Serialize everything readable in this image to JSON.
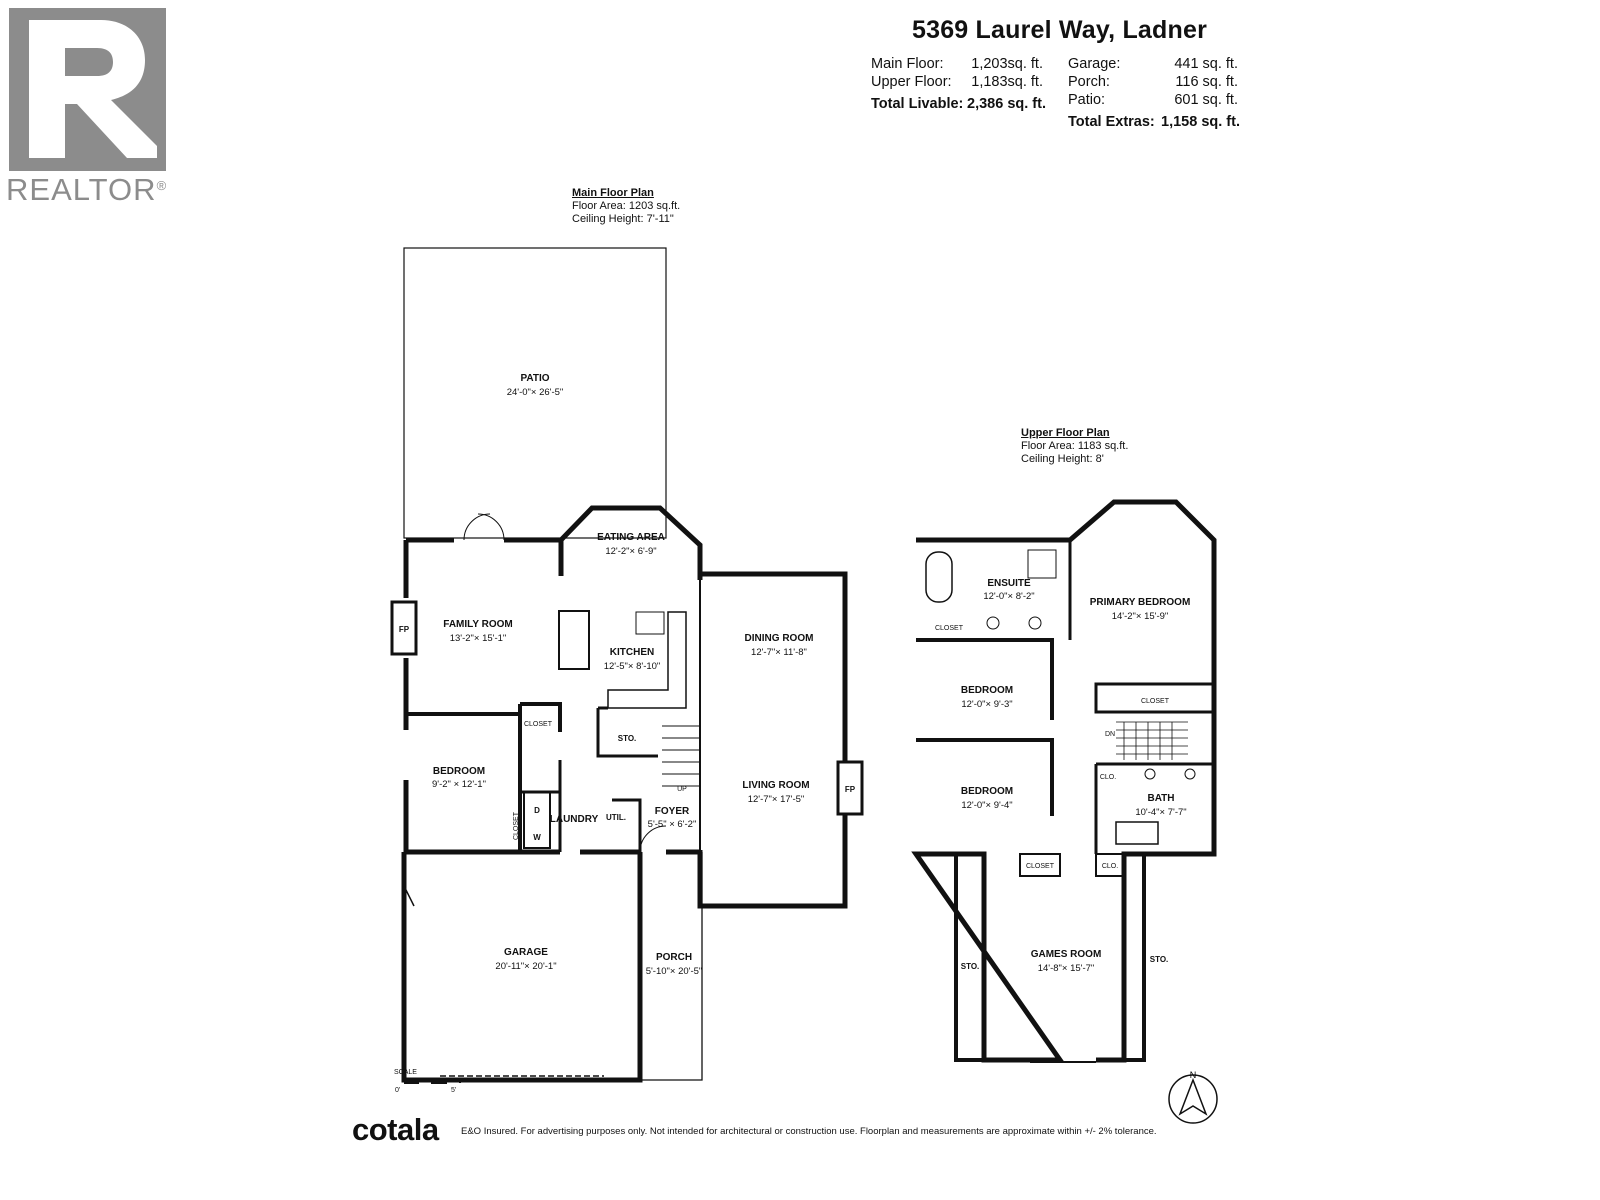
{
  "logo": {
    "text": "REALTOR",
    "mark": "®"
  },
  "header": {
    "address": "5369 Laurel Way, Ladner",
    "main_floor": {
      "label": "Main Floor:",
      "value": "1,203sq. ft."
    },
    "upper_floor": {
      "label": "Upper Floor:",
      "value": "1,183sq. ft."
    },
    "total_livable": {
      "label": "Total Livable:",
      "value": "2,386 sq. ft."
    },
    "garage": {
      "label": "Garage:",
      "value": "441 sq. ft."
    },
    "porch": {
      "label": "Porch:",
      "value": "116 sq. ft."
    },
    "patio": {
      "label": "Patio:",
      "value": "601 sq. ft."
    },
    "total_extras": {
      "label": "Total Extras:",
      "value": "1,158 sq. ft."
    }
  },
  "main_plan": {
    "title": "Main Floor Plan",
    "area": "Floor Area: 1203 sq.ft.",
    "ceiling": "Ceiling Height: 7'-11\"",
    "rooms": {
      "patio": {
        "name": "PATIO",
        "dim": "24'-0\"× 26'-5\""
      },
      "eating": {
        "name": "EATING AREA",
        "dim": "12'-2\"× 6'-9\""
      },
      "family": {
        "name": "FAMILY ROOM",
        "dim": "13'-2\"× 15'-1\""
      },
      "kitchen": {
        "name": "KITCHEN",
        "dim": "12'-5\"× 8'-10\""
      },
      "dining": {
        "name": "DINING ROOM",
        "dim": "12'-7\"× 11'-8\""
      },
      "living": {
        "name": "LIVING ROOM",
        "dim": "12'-7\"× 17'-5\""
      },
      "bedroom": {
        "name": "BEDROOM",
        "dim": "9'-2\" × 12'-1\""
      },
      "laundry": {
        "name": "LAUNDRY"
      },
      "foyer": {
        "name": "FOYER",
        "dim": "5'-5\" × 6'-2\""
      },
      "garage": {
        "name": "GARAGE",
        "dim": "20'-11\"× 20'-1\""
      },
      "porch": {
        "name": "PORCH",
        "dim": "5'-10\"× 20'-5\""
      }
    },
    "labels": {
      "fp": "FP",
      "closet": "CLOSET",
      "sto": "STO.",
      "util": "UTIL.",
      "up": "UP",
      "dryer": "D",
      "washer": "W"
    }
  },
  "upper_plan": {
    "title": "Upper Floor Plan",
    "area": "Floor Area: 1183 sq.ft.",
    "ceiling": "Ceiling Height: 8'",
    "rooms": {
      "ensuite": {
        "name": "ENSUITE",
        "dim": "12'-0\"× 8'-2\""
      },
      "primary": {
        "name": "PRIMARY BEDROOM",
        "dim": "14'-2\"× 15'-9\""
      },
      "bedroom1": {
        "name": "BEDROOM",
        "dim": "12'-0\"× 9'-3\""
      },
      "bedroom2": {
        "name": "BEDROOM",
        "dim": "12'-0\"× 9'-4\""
      },
      "bath": {
        "name": "BATH",
        "dim": "10'-4\"× 7'-7\""
      },
      "games": {
        "name": "GAMES ROOM",
        "dim": "14'-8\"× 15'-7\""
      }
    },
    "labels": {
      "closet": "CLOSET",
      "clo": "CLO.",
      "sto": "STO.",
      "dn": "DN"
    }
  },
  "north": "N",
  "scale": {
    "label": "SCALE",
    "zero": "0'",
    "five": "5'"
  },
  "footer": {
    "brand": "cotala",
    "disclaimer": "E&O Insured. For advertising purposes only. Not intended for architectural or construction use. Floorplan and measurements are approximate within +/- 2% tolerance."
  }
}
